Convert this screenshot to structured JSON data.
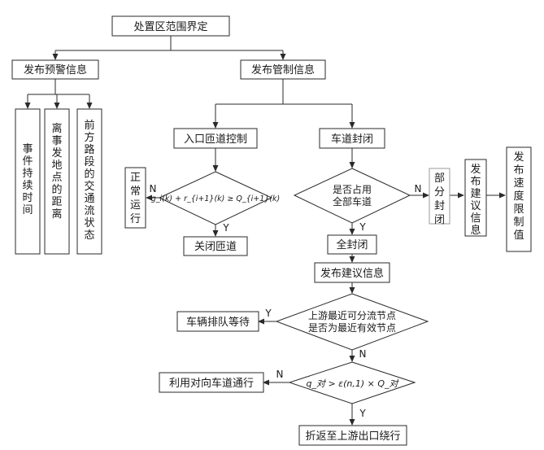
{
  "nodes": {
    "root": "处置区范围界定",
    "warning": "发布预警信息",
    "control": "发布管制信息",
    "event_duration": "事件持续时间",
    "distance": "离事发地点的距离",
    "traffic_state": "前方路段的交通流状态",
    "ramp_control": "入口匝道控制",
    "lane_closure": "车道封闭",
    "normal_operation": "正常运行",
    "ramp_condition": "g_i(k) + r_{i+1}(k) ≥ Q_{i+1}(k)",
    "close_ramp": "关闭匝道",
    "occupy_all_l1": "是否占用",
    "occupy_all_l2": "全部车道",
    "partial_closure": "部分封闭",
    "advice_info_right": "发布建议信息",
    "speed_limit": "发布速度限制值",
    "full_closure": "全封闭",
    "advice_info": "发布建议信息",
    "diverge_l1": "上游最近可分流节点",
    "diverge_l2": "是否为最近有效节点",
    "queue_wait": "车辆排队等待",
    "capacity_condition": "q_对 > ε(n,1) × Q_对",
    "opposite_lane": "利用对向车道通行",
    "turn_back": "折返至上游出口绕行"
  },
  "branch_labels": {
    "ramp_no": "N",
    "ramp_yes": "Y",
    "occupy_no": "N",
    "occupy_yes": "Y",
    "diverge_yes": "Y",
    "diverge_no": "N",
    "capacity_no": "N",
    "capacity_yes": "Y"
  },
  "colors": {
    "stroke": "#2a2a2a",
    "text": "#1a1a1a",
    "partial_box_stroke": "#999999"
  }
}
